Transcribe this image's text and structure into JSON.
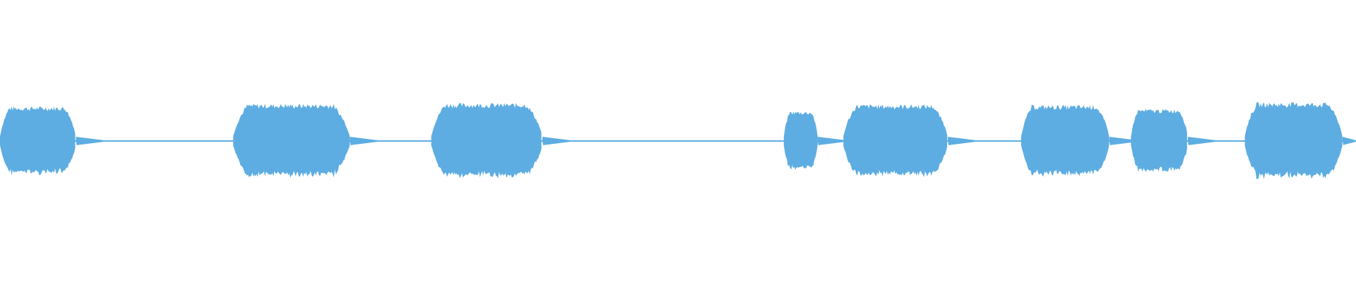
{
  "waveform": {
    "color": "#5dade2",
    "background": "#ffffff",
    "amplitude_max": 1.0,
    "bursts": [
      {
        "start": 0.0,
        "end": 0.056,
        "amplitude": 0.52
      },
      {
        "start": 0.172,
        "end": 0.258,
        "amplitude": 0.56
      },
      {
        "start": 0.318,
        "end": 0.4,
        "amplitude": 0.57
      },
      {
        "start": 0.578,
        "end": 0.603,
        "amplitude": 0.45
      },
      {
        "start": 0.622,
        "end": 0.699,
        "amplitude": 0.55
      },
      {
        "start": 0.753,
        "end": 0.818,
        "amplitude": 0.54
      },
      {
        "start": 0.834,
        "end": 0.876,
        "amplitude": 0.48
      },
      {
        "start": 0.918,
        "end": 0.99,
        "amplitude": 0.58
      }
    ]
  }
}
